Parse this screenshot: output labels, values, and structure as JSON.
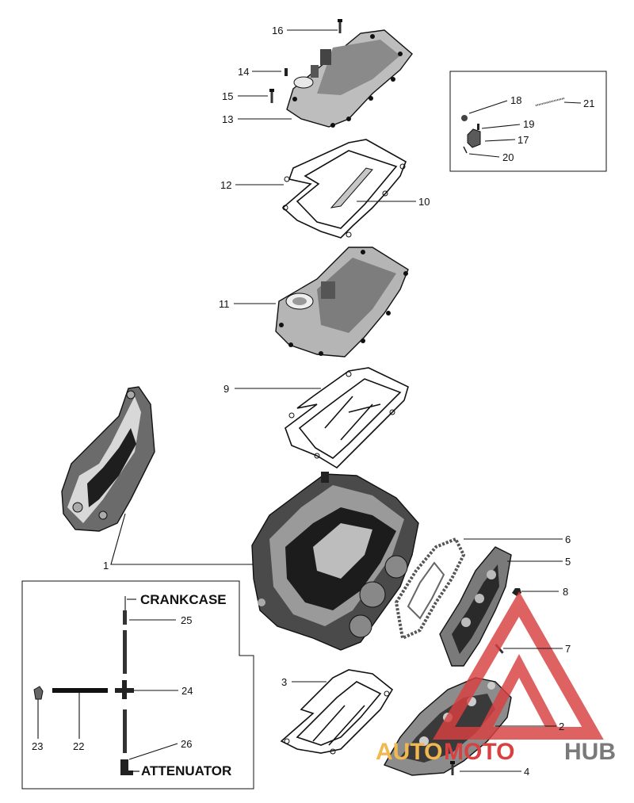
{
  "callouts": [
    "1",
    "2",
    "3",
    "4",
    "5",
    "6",
    "7",
    "8",
    "9",
    "10",
    "11",
    "12",
    "13",
    "14",
    "15",
    "16",
    "17",
    "18",
    "19",
    "20",
    "21",
    "22",
    "23",
    "24",
    "25",
    "26"
  ],
  "inset_hoses": {
    "top_label": "CRANKCASE",
    "bottom_label": "ATTENUATOR"
  },
  "watermark": {
    "part1": "AUTO",
    "part2": "MOTO",
    "part3": "HUB",
    "color_gold": "#f2b850",
    "color_red": "#d94040",
    "color_grey": "#7a7a7a"
  }
}
